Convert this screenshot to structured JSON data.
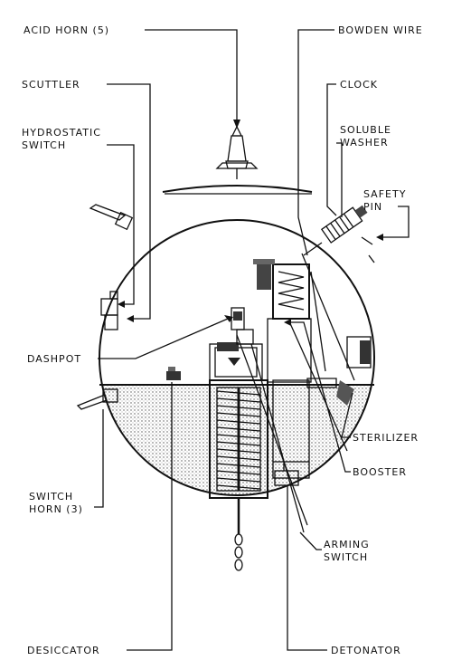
{
  "labels": {
    "acid_horn": "ACID HORN (5)",
    "bowden_wire": "BOWDEN WIRE",
    "scuttler": "SCUTTLER",
    "clock": "CLOCK",
    "hydrostatic_1": "HYDROSTATIC",
    "hydrostatic_2": "SWITCH",
    "soluble_1": "SOLUBLE",
    "soluble_2": "WASHER",
    "safety_1": "SAFETY",
    "safety_2": "PIN",
    "dashpot": "DASHPOT",
    "sterilizer": "STERILIZER",
    "booster": "BOOSTER",
    "switch_horn_1": "SWITCH",
    "switch_horn_2": "HORN (3)",
    "arming_1": "ARMING",
    "arming_2": "SWITCH",
    "desiccator": "DESICCATOR",
    "detonator": "DETONATOR"
  },
  "colors": {
    "ink": "#111111",
    "fill": "#bdbdbd",
    "paper": "#ffffff"
  }
}
